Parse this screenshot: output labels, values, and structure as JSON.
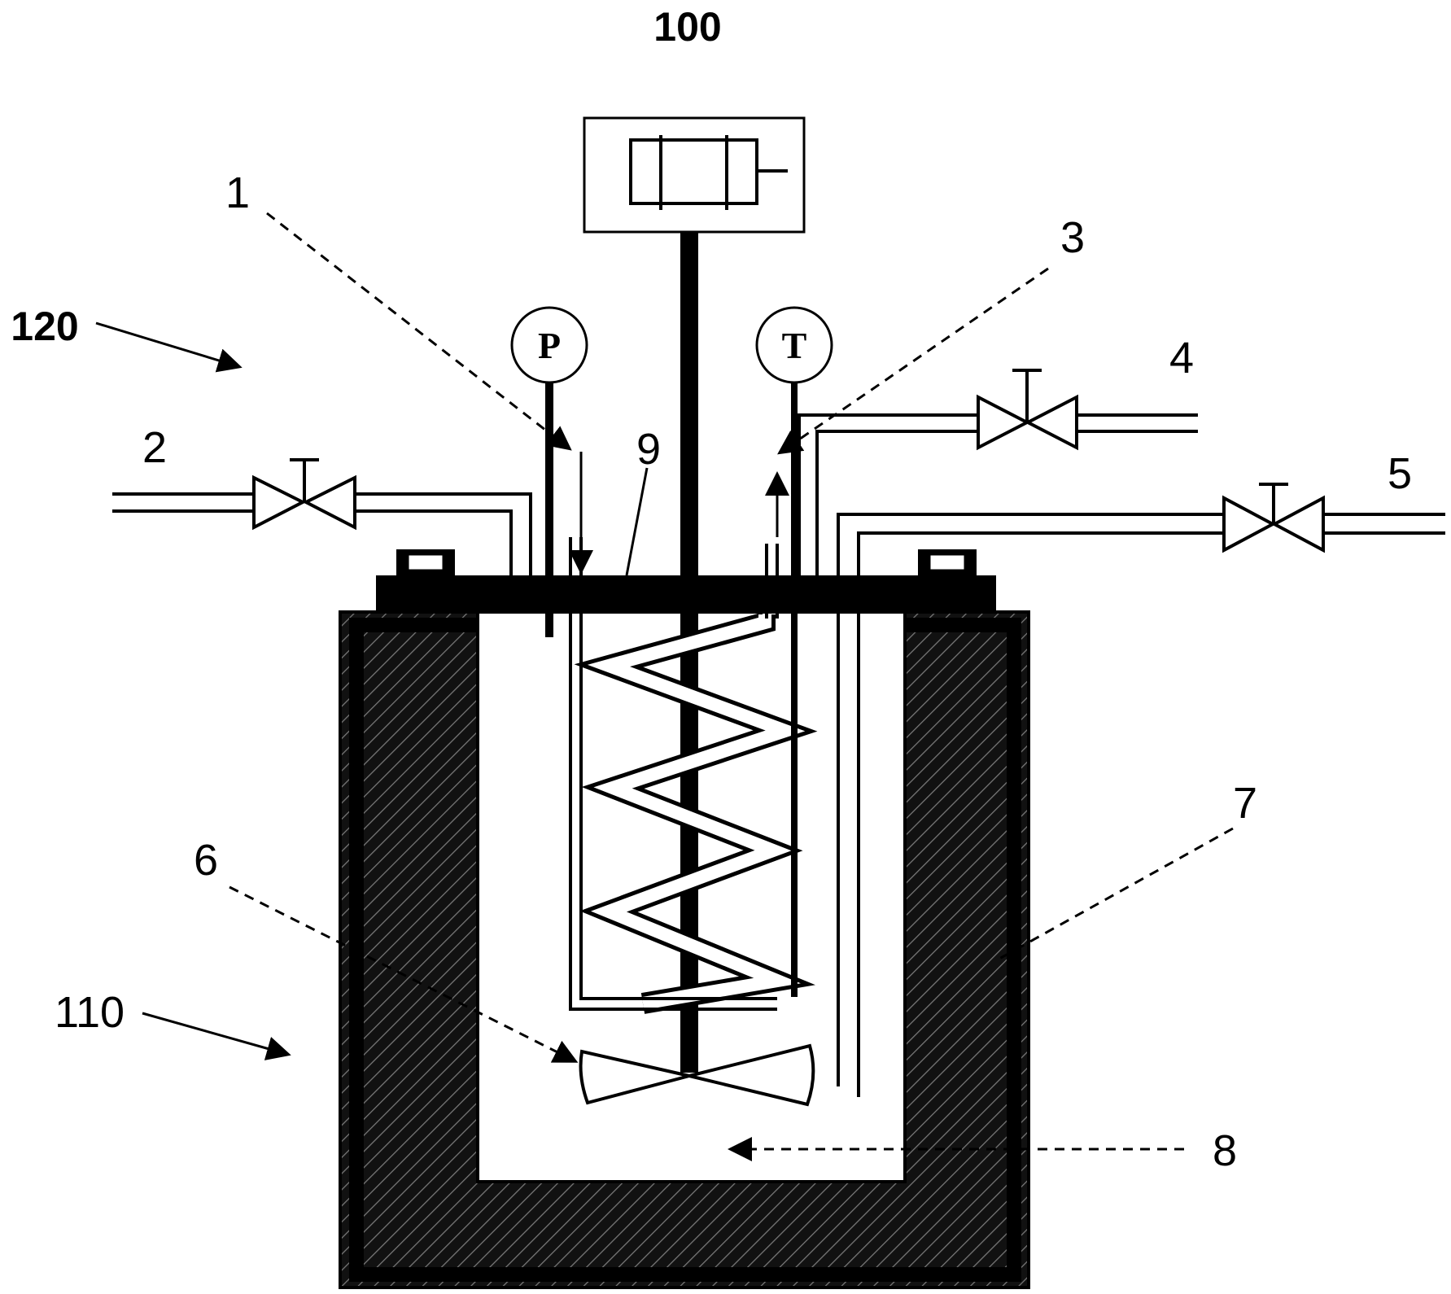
{
  "labels": {
    "motor": "100",
    "upper_assembly": "120",
    "vessel": "110",
    "inlet_tube": "1",
    "gas_inlet": "2",
    "outlet_tube": "3",
    "gas_outlet": "4",
    "sampling_line": "5",
    "impeller": "6",
    "jacket": "7",
    "chamber": "8",
    "lid": "9"
  },
  "gauges": {
    "pressure": "P",
    "temperature": "T"
  }
}
